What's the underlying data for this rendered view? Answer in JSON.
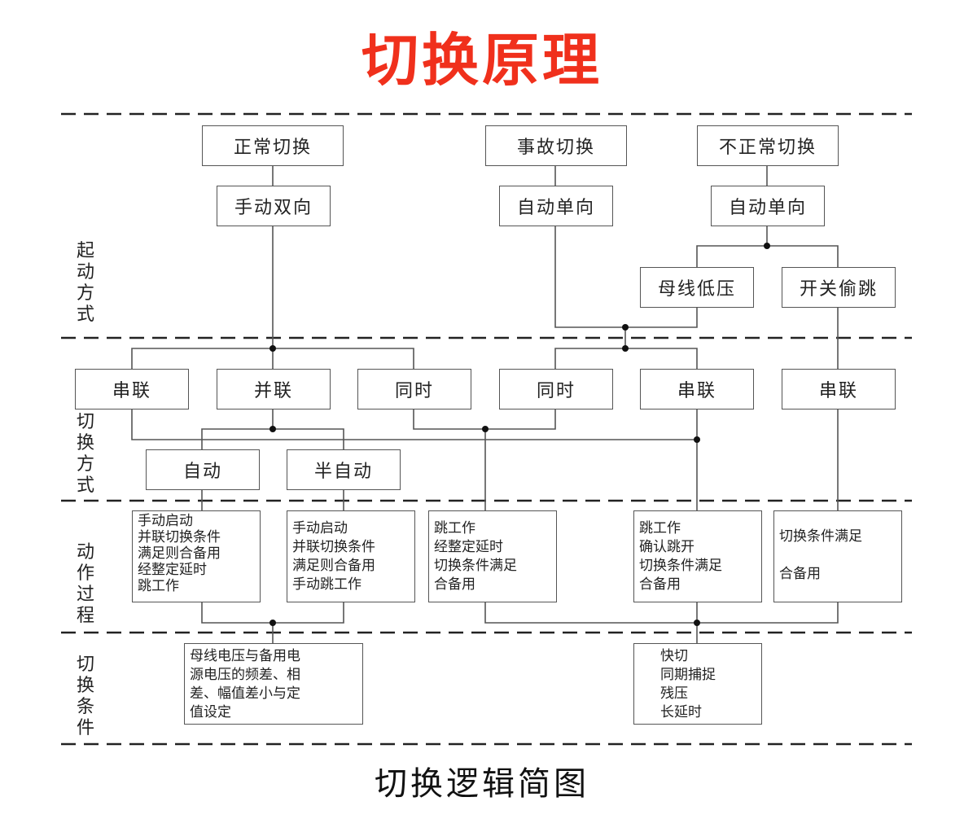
{
  "title": "切换原理",
  "caption": "切换逻辑简图",
  "colors": {
    "title": "#f0301c",
    "line": "#555555",
    "dash": "#222222"
  },
  "sections": [
    {
      "id": "start",
      "label": "起\n动\n方\n式"
    },
    {
      "id": "method",
      "label": "切\n换\n方\n式"
    },
    {
      "id": "process",
      "label": "动\n作\n过\n程"
    },
    {
      "id": "condition",
      "label": "切\n换\n条\n件"
    }
  ],
  "nodes": {
    "normal": "正常切换",
    "fault": "事故切换",
    "abnormal": "不正常切换",
    "manual_bi": "手动双向",
    "auto_uni_1": "自动单向",
    "auto_uni_2": "自动单向",
    "bus_low_voltage": "母线低压",
    "breaker_trip": "开关偷跳",
    "series_1": "串联",
    "parallel": "并联",
    "simul_1": "同时",
    "simul_2": "同时",
    "series_2": "串联",
    "series_3": "串联",
    "auto": "自动",
    "semi_auto": "半自动"
  },
  "process": {
    "p1": "手动启动\n并联切换条件\n满足则合备用\n经整定延时\n跳工作",
    "p2": "手动启动\n并联切换条件\n满足则合备用\n手动跳工作",
    "p3": "跳工作\n经整定延时\n切换条件满足\n合备用",
    "p4": "跳工作\n确认跳开\n切换条件满足\n合备用",
    "p5": "切换条件满足\n\n合备用"
  },
  "conditions": {
    "c1": "母线电压与备用电\n源电压的频差、相\n差、幅值差小与定\n值设定",
    "c2": "快切\n同期捕捉\n残压\n长延时"
  }
}
